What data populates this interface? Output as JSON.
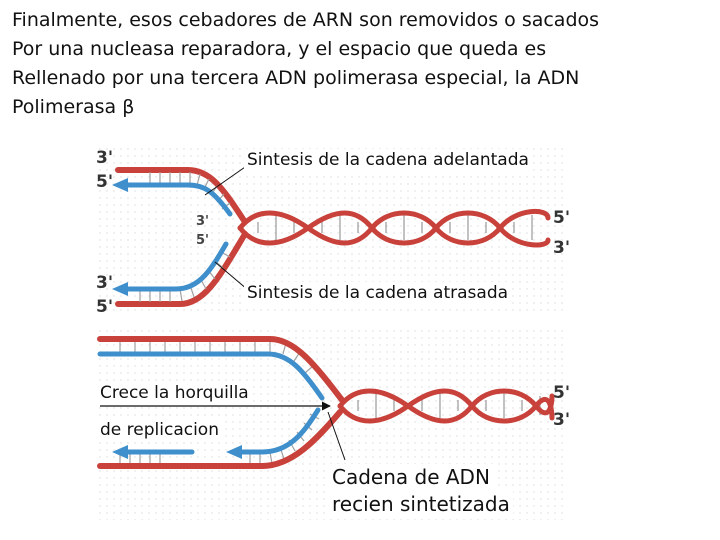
{
  "intro_lines": [
    "Finalmente, esos cebadores de ARN son removidos o sacados",
    "Por una nucleasa reparadora, y el espacio que queda es",
    "Rellenado por una tercera ADN polimerasa especial, la ADN",
    "Polimerasa β"
  ],
  "labels": {
    "leading_strand": "Sintesis de la cadena adelantada",
    "lagging_strand": "Sintesis de la cadena atrasada",
    "fork_line1": "Crece la horquilla",
    "fork_line2": "de replicacion",
    "new_dna_line1": "Cadena de ADN",
    "new_dna_line2": "recien sintetizada"
  },
  "ends": {
    "three_prime": "3'",
    "five_prime": "5'"
  },
  "colors": {
    "parental_strand": "#c8413a",
    "new_strand": "#3e8fcb",
    "rung": "#a0a0a0"
  }
}
